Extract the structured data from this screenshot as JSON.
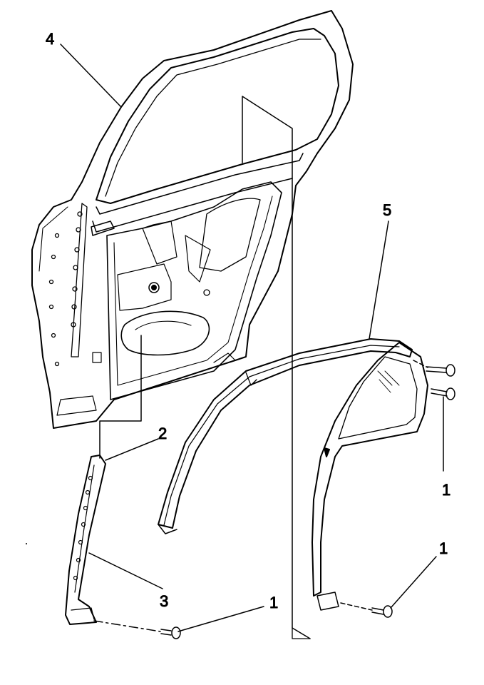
{
  "callouts": {
    "c4": "4",
    "c5": "5",
    "c2": "2",
    "c3": "3",
    "c1a": "1",
    "c1b": "1",
    "c1c": "1"
  },
  "colors": {
    "line": "#000000",
    "background": "#ffffff",
    "glass_hatch": "#000000"
  },
  "parts": [
    {
      "callout": "1",
      "icon": "bolt-icon"
    },
    {
      "callout": "2",
      "icon": "weatherstrip-icon"
    },
    {
      "callout": "3",
      "icon": "channel-icon"
    },
    {
      "callout": "4",
      "icon": "door-icon"
    },
    {
      "callout": "5",
      "icon": "window-frame-icon"
    }
  ]
}
